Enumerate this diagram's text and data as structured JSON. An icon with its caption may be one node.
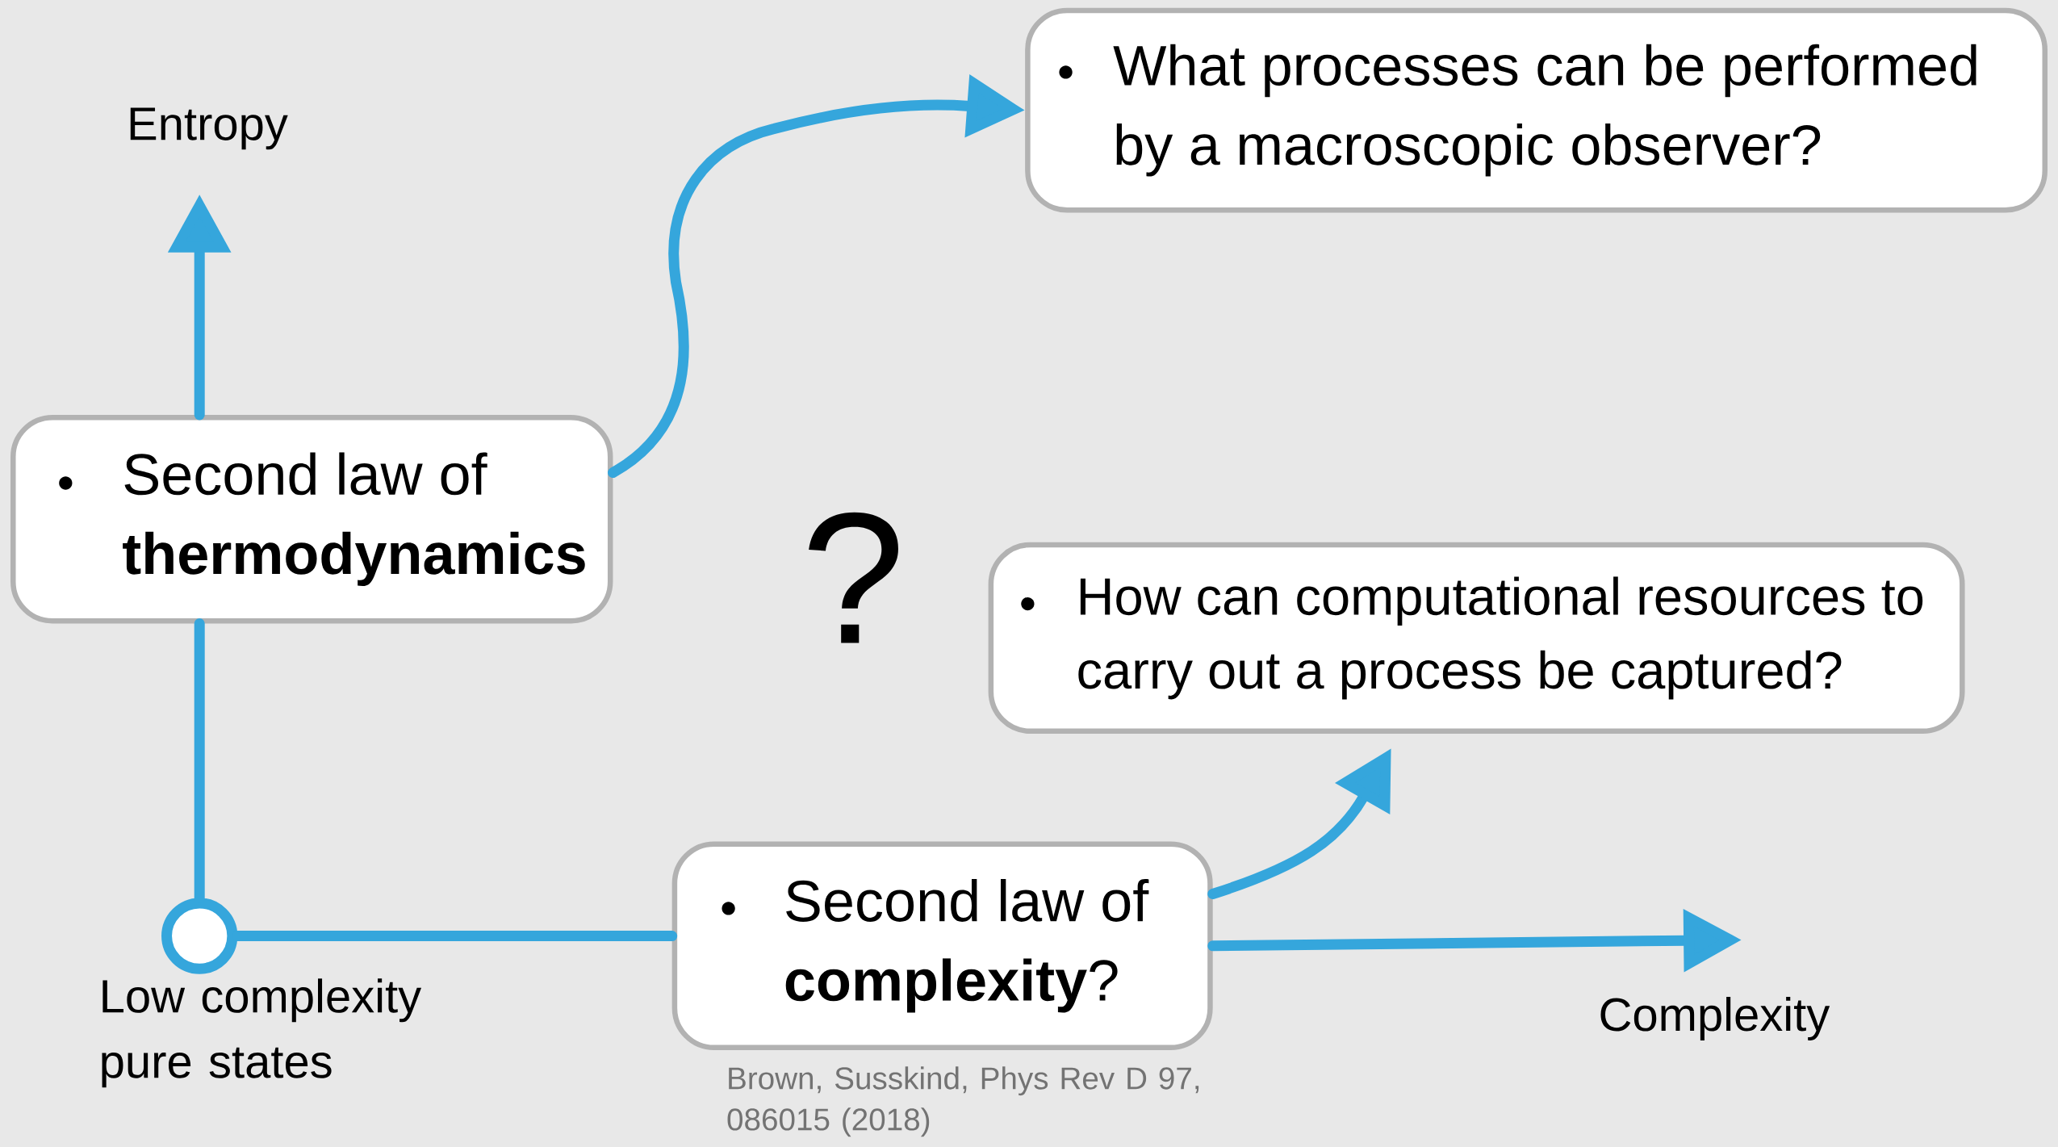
{
  "diagram": {
    "nodes": [
      {
        "text": [],
        "shape": "circle",
        "beside": [
          "Low complexity pure states"
        ]
      },
      {
        "text": [
          "Second law of **thermodynamics**"
        ]
      },
      {
        "text": [
          "What processes can be performed by a macroscopic observer?"
        ]
      },
      {
        "text": [
          "Second law of **complexity**?"
        ],
        "beside": [
          "Brown, Susskind, Phys Rev D 97, 086015 (2018)"
        ]
      },
      {
        "text": [
          "How can computational resources to carry out a process be captured?"
        ]
      }
    ],
    "edges": [
      {
        "from": 0,
        "to": 1,
        "arrow": "none"
      },
      {
        "from": 1,
        "to": null,
        "arrow": "to"
      },
      {
        "from": 1,
        "to": 2,
        "arrow": "to"
      },
      {
        "from": 0,
        "to": 3,
        "arrow": "none"
      },
      {
        "from": 3,
        "to": null,
        "arrow": "to"
      },
      {
        "from": 3,
        "to": null,
        "arrow": "to"
      }
    ],
    "labels": [
      "Entropy",
      "?",
      "Complexity"
    ]
  }
}
